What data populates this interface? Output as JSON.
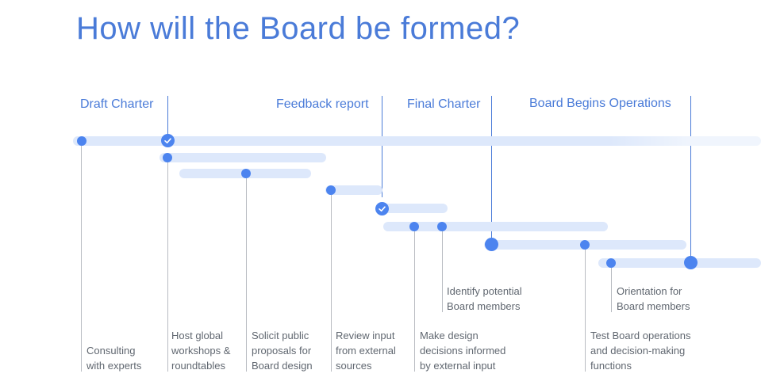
{
  "title": "How will the Board be formed?",
  "milestones": {
    "draft_charter": "Draft Charter",
    "feedback_report": "Feedback report",
    "final_charter": "Final Charter",
    "board_begins": "Board Begins Operations"
  },
  "steps": {
    "consulting": [
      "Consulting",
      "with experts"
    ],
    "workshops": [
      "Host global",
      "workshops &",
      "roundtables"
    ],
    "proposals": [
      "Solicit public",
      "proposals for",
      "Board design"
    ],
    "review": [
      "Review input",
      "from external",
      "sources"
    ],
    "design": [
      "Make design",
      "decisions informed",
      "by external input"
    ],
    "identify": [
      "Identify potential",
      "Board members"
    ],
    "test": [
      "Test Board operations",
      "and decision-making",
      "functions"
    ],
    "orientation": [
      "Orientation for",
      "Board members"
    ]
  },
  "colors": {
    "accent": "#4a7bd8",
    "dot": "#4c84ef",
    "bar": "#dde8fb",
    "guide": "#b9bcc2",
    "text": "#606770"
  }
}
